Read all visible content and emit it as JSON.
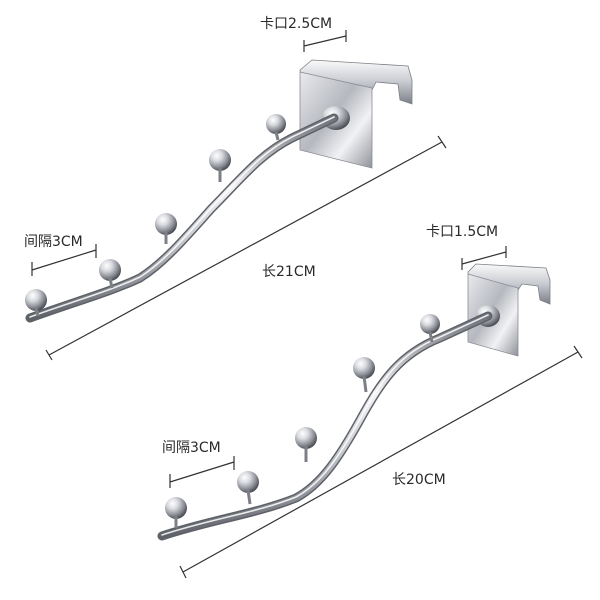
{
  "labels": {
    "top_clip": "卡口2.5CM",
    "top_spacing": "间隔3CM",
    "top_length": "长21CM",
    "bottom_clip": "卡口1.5CM",
    "bottom_spacing": "间隔3CM",
    "bottom_length": "长20CM"
  },
  "colors": {
    "background": "#ffffff",
    "chrome_light": "#f4f4f6",
    "chrome_mid": "#b9bcc2",
    "chrome_dark": "#6d7078",
    "dimension_line": "#333333",
    "text": "#2a2a2a"
  },
  "hooks": [
    {
      "name": "top-hook",
      "clip_width_cm": 2.5,
      "knob_spacing_cm": 3,
      "length_cm": 21,
      "knob_count": 5
    },
    {
      "name": "bottom-hook",
      "clip_width_cm": 1.5,
      "knob_spacing_cm": 3,
      "length_cm": 20,
      "knob_count": 5
    }
  ]
}
